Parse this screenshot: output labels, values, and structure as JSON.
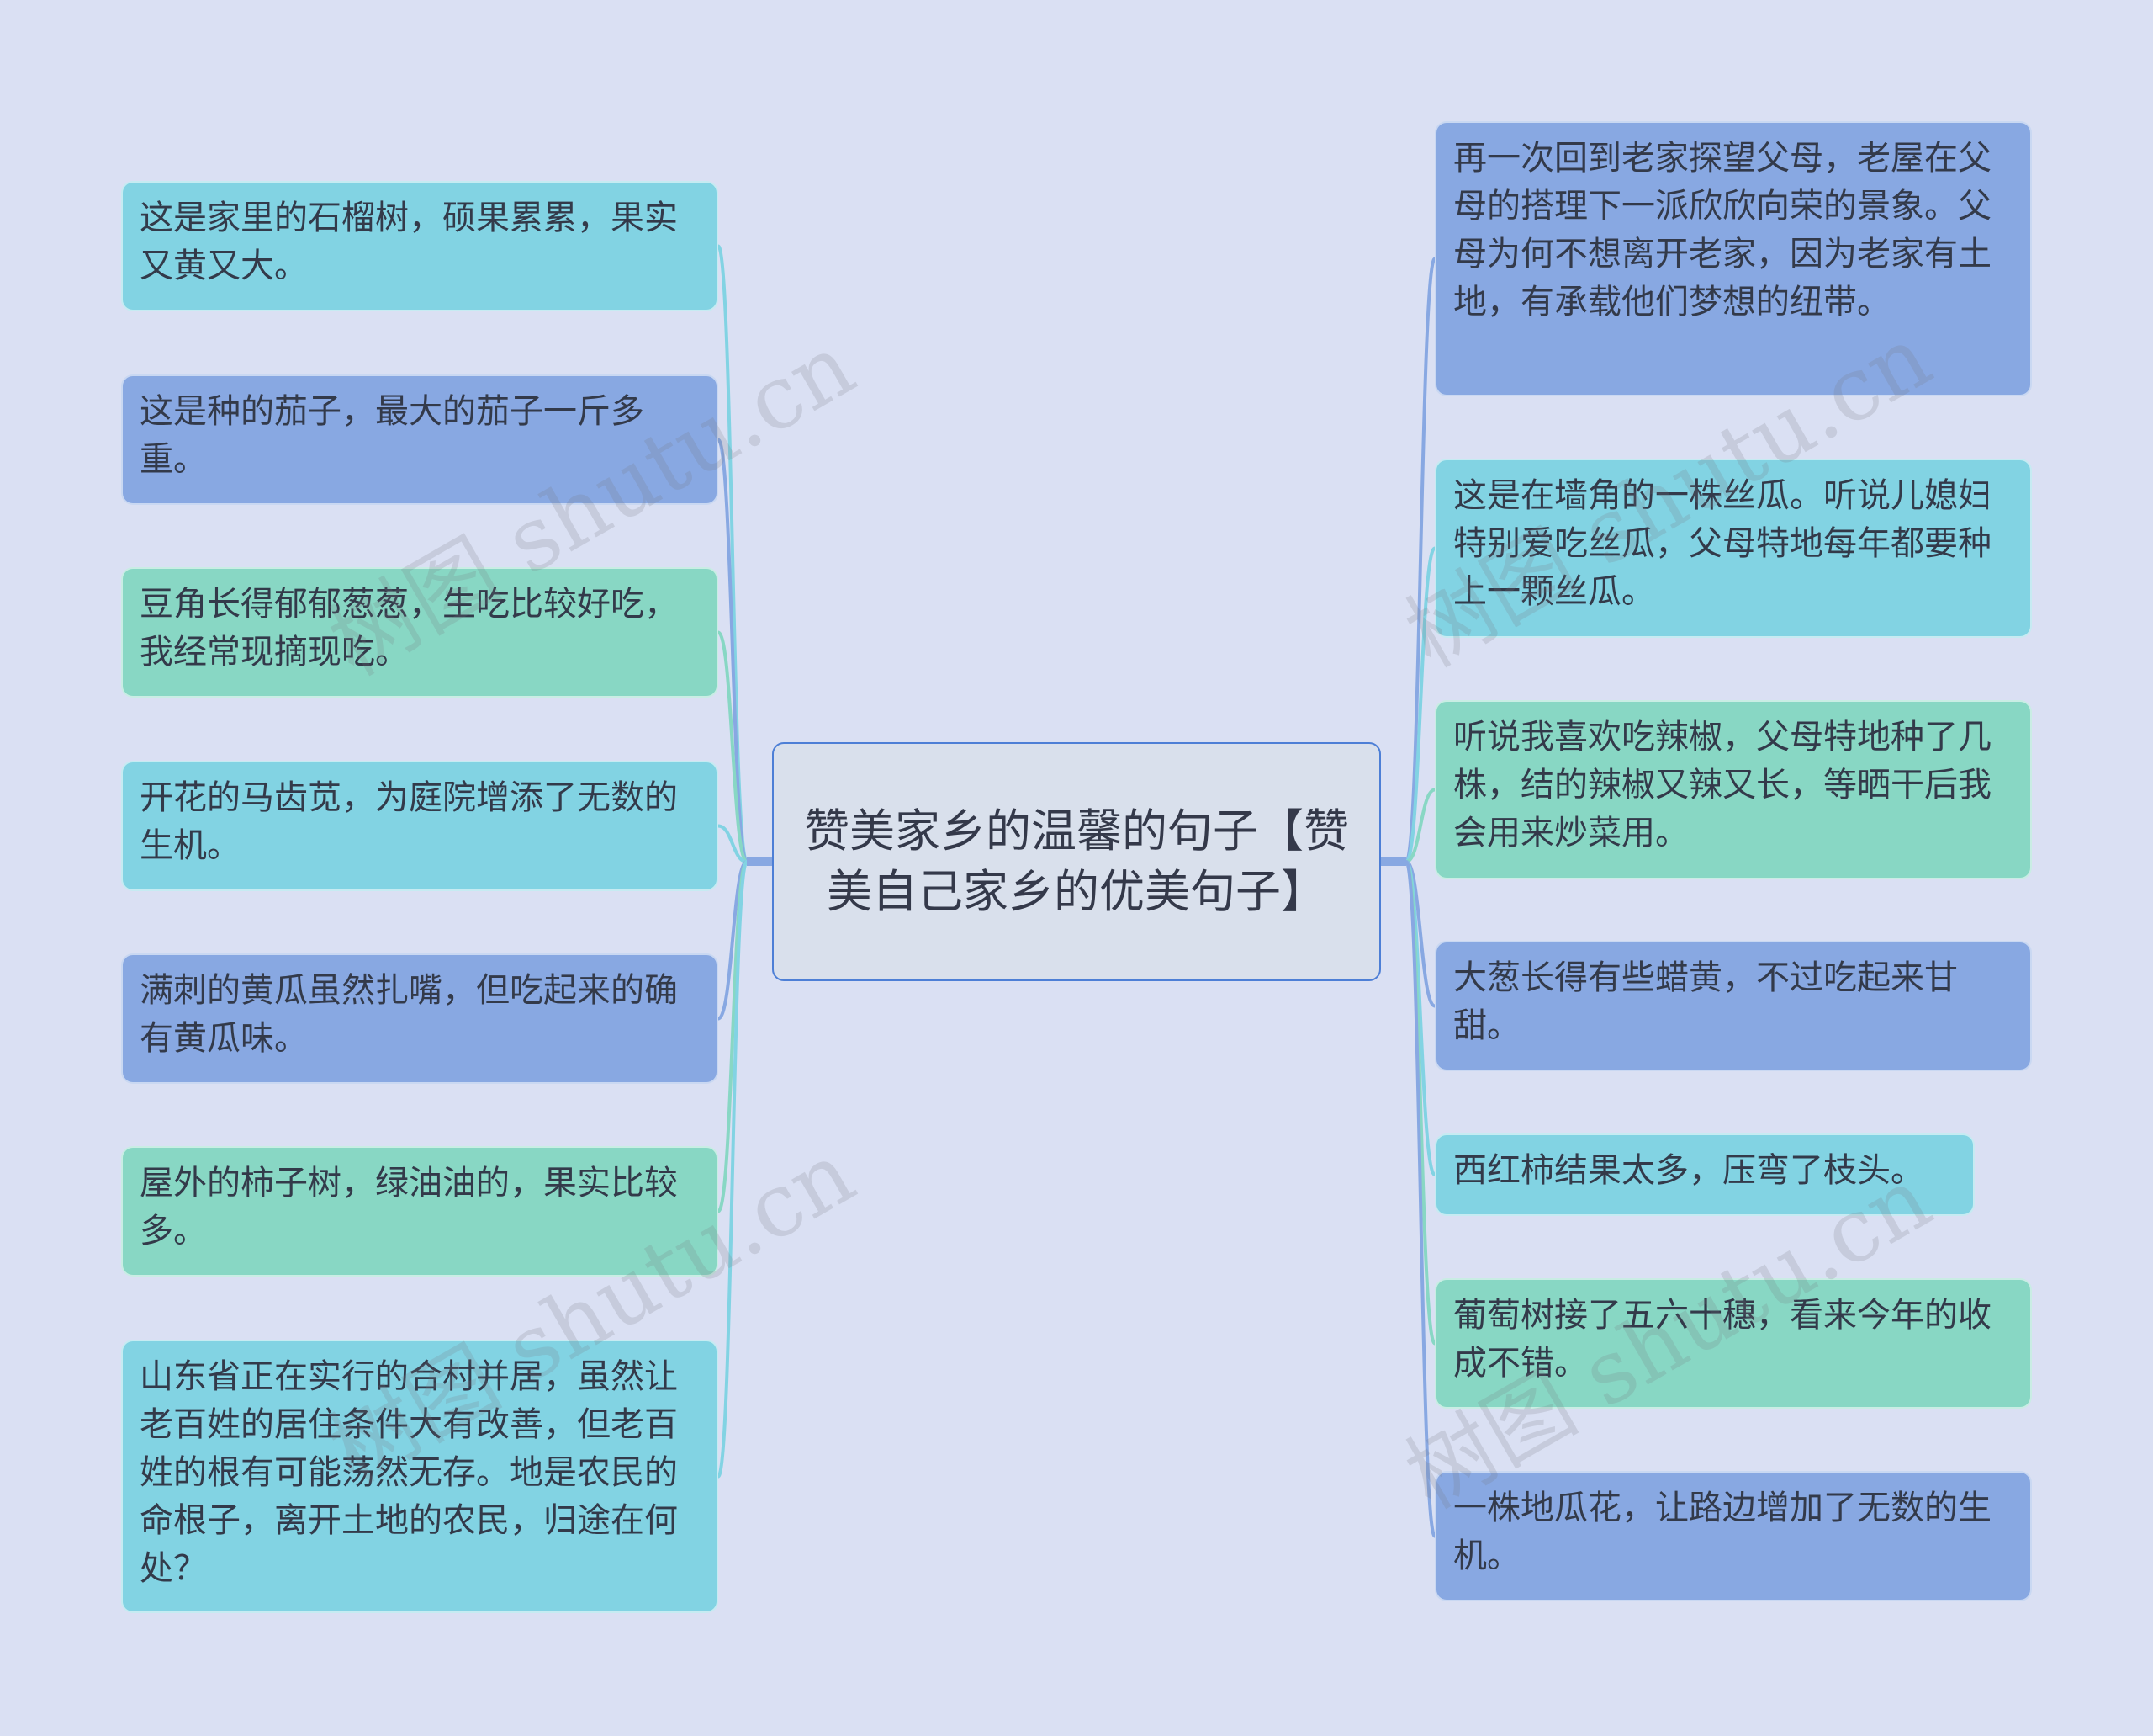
{
  "center_topic": "赞美家乡的温馨的句子【赞美自己家乡的优美句子】",
  "left_nodes": [
    {
      "text": "这是家里的石榴树，硕果累累，果实又黄又大。",
      "color": "#82d3e3"
    },
    {
      "text": "这是种的茄子，最大的茄子一斤多重。",
      "color": "#88a8e2"
    },
    {
      "text": "豆角长得郁郁葱葱，生吃比较好吃，我经常现摘现吃。",
      "color": "#88d7c4"
    },
    {
      "text": "开花的马齿苋，为庭院增添了无数的生机。",
      "color": "#82d3e3"
    },
    {
      "text": "满刺的黄瓜虽然扎嘴，但吃起来的确有黄瓜味。",
      "color": "#88a8e2"
    },
    {
      "text": "屋外的柿子树，绿油油的，果实比较多。",
      "color": "#88d7c4"
    },
    {
      "text": " 山东省正在实行的合村并居，虽然让老百姓的居住条件大有改善，但老百姓的根有可能荡然无存。地是农民的命根子，离开土地的农民，归途在何处？",
      "color": "#82d3e3"
    }
  ],
  "right_nodes": [
    {
      "text": "再一次回到老家探望父母，老屋在父母的搭理下一派欣欣向荣的景象。父母为何不想离开老家，因为老家有土地，有承载他们梦想的纽带。",
      "color": "#88a8e2"
    },
    {
      "text": "这是在墙角的一株丝瓜。听说儿媳妇特别爱吃丝瓜，父母特地每年都要种上一颗丝瓜。",
      "color": "#82d3e3"
    },
    {
      "text": "听说我喜欢吃辣椒，父母特地种了几株，结的辣椒又辣又长，等晒干后我会用来炒菜用。",
      "color": "#88d7c4"
    },
    {
      "text": "大葱长得有些蜡黄，不过吃起来甘甜。",
      "color": "#88a8e2"
    },
    {
      "text": "西红柿结果太多，压弯了枝头。",
      "color": "#82d3e3"
    },
    {
      "text": "葡萄树接了五六十穗，看来今年的收成不错。",
      "color": "#88d7c4"
    },
    {
      "text": "一株地瓜花，让路边增加了无数的生机。",
      "color": "#88a8e2"
    }
  ],
  "watermark_text": "树图 shutu.cn"
}
